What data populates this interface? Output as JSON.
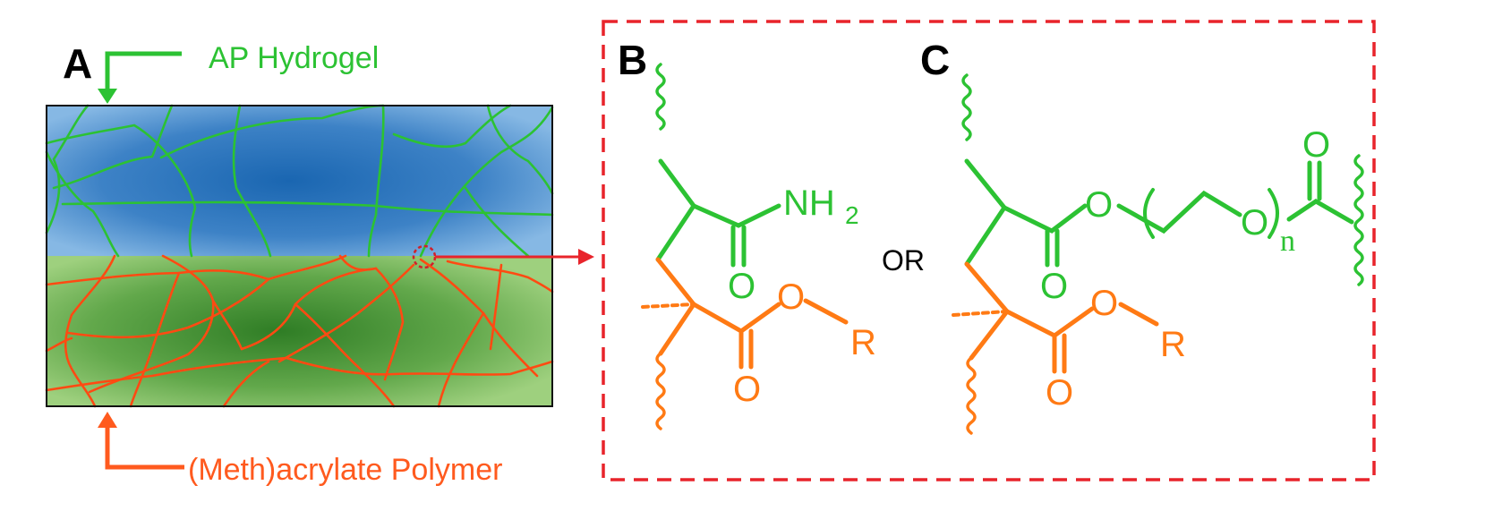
{
  "colors": {
    "hydrogel": "#2cc233",
    "polymer": "#ff5a1e",
    "ester": "#ff7a14",
    "arrow": "#e8242b",
    "box": "#e8242b"
  },
  "panels": {
    "a": "A",
    "b": "B",
    "c": "C"
  },
  "labels": {
    "hydrogel": "AP Hydrogel",
    "polymer": "(Meth)acrylate Polymer",
    "or": "OR"
  },
  "chem": {
    "b": {
      "amide_n": "NH",
      "amide_sub": "2",
      "amide_o": "O",
      "ester_o1": "O",
      "ester_o2": "O",
      "r": "R"
    },
    "c": {
      "ester_o1": "O",
      "carbonyl_o1": "O",
      "peg_o": "O",
      "n": "n",
      "carbonyl_o2": "O",
      "ester_o2": "O",
      "ester_o3": "O",
      "r": "R"
    }
  }
}
